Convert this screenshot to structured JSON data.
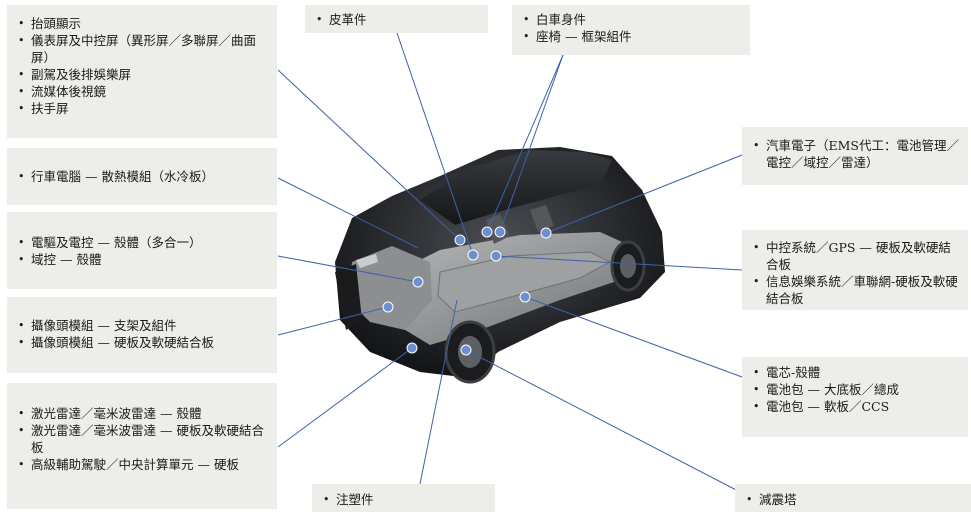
{
  "labels": {
    "topleft": [
      "抬頭顯示",
      "儀表屏及中控屏（異形屏／多聯屏／曲面屏）",
      "副駕及後排娛樂屏",
      "流媒体後視鏡",
      "扶手屏"
    ],
    "computer": [
      "行車電腦 — 散熱模組（水冷板）"
    ],
    "motor": [
      "電驅及電控 — 殼體（多合一）",
      "域控 — 殼體"
    ],
    "camera": [
      "攝像頭模組 — 支架及組件",
      "攝像頭模組 — 硬板及軟硬結合板"
    ],
    "radar": [
      "激光雷達／毫米波雷達 — 殼體",
      "激光雷達／毫米波雷達 — 硬板及軟硬結合板",
      "高級輔助駕駛／中央計算單元 — 硬板"
    ],
    "leather": [
      "皮革件"
    ],
    "body": [
      "白車身件",
      "座椅 — 框架組件"
    ],
    "ems": [
      "汽車電子（EMS代工：電池管理／電控／域控／雷達）"
    ],
    "infotainment": [
      "中控系統／GPS — 硬板及軟硬結合板",
      "信息娛樂系統／車聯網-硬板及軟硬結合板"
    ],
    "battery": [
      "電芯-殼體",
      "電池包 — 大底板／總成",
      "電池包 — 軟板／CCS"
    ],
    "plastic": [
      "注塑件"
    ],
    "shock": [
      "減震塔"
    ]
  },
  "colors": {
    "box_bg": "#edeee9",
    "line": "#3e62a8",
    "dot": "#6d8fd0"
  }
}
